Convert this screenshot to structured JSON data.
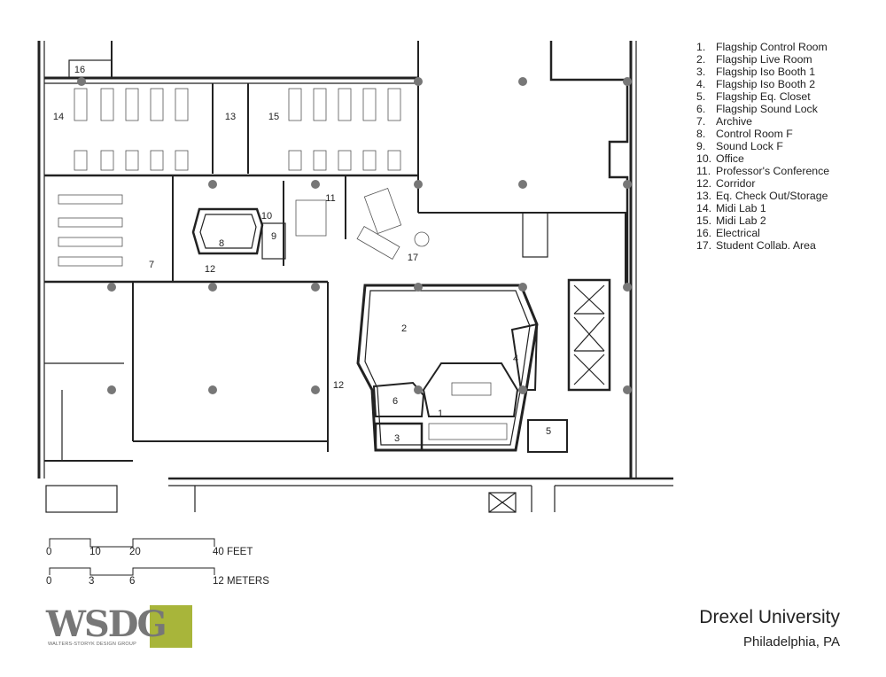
{
  "legend": [
    {
      "num": "1.",
      "name": "Flagship Control Room"
    },
    {
      "num": "2.",
      "name": "Flagship Live Room"
    },
    {
      "num": "3.",
      "name": "Flagship Iso Booth 1"
    },
    {
      "num": "4.",
      "name": "Flagship Iso Booth 2"
    },
    {
      "num": "5.",
      "name": "Flagship Eq. Closet"
    },
    {
      "num": "6.",
      "name": "Flagship Sound Lock"
    },
    {
      "num": "7.",
      "name": "Archive"
    },
    {
      "num": "8.",
      "name": "Control Room F"
    },
    {
      "num": "9.",
      "name": "Sound Lock F"
    },
    {
      "num": "10.",
      "name": "Office"
    },
    {
      "num": "11.",
      "name": "Professor's Conference"
    },
    {
      "num": "12.",
      "name": "Corridor"
    },
    {
      "num": "13.",
      "name": "Eq. Check Out/Storage"
    },
    {
      "num": "14.",
      "name": "Midi Lab 1"
    },
    {
      "num": "15.",
      "name": "Midi Lab 2"
    },
    {
      "num": "16.",
      "name": "Electrical"
    },
    {
      "num": "17.",
      "name": "Student Collab. Area"
    }
  ],
  "room_labels": [
    "1",
    "2",
    "3",
    "4",
    "5",
    "6",
    "7",
    "8",
    "9",
    "10",
    "11",
    "12",
    "12",
    "13",
    "14",
    "15",
    "16",
    "17"
  ],
  "scale_bar": {
    "feet_ticks": [
      "0",
      "10",
      "20"
    ],
    "feet_end": "40 FEET",
    "meter_ticks": [
      "0",
      "3",
      "6"
    ],
    "meter_end": "12 METERS"
  },
  "logo": {
    "wordmark": "WSDG",
    "subtitle": "WALTERS-STORYK DESIGN GROUP",
    "accent_color": "#a8b53a"
  },
  "client": {
    "name": "Drexel University",
    "location": "Philadelphia, PA"
  }
}
